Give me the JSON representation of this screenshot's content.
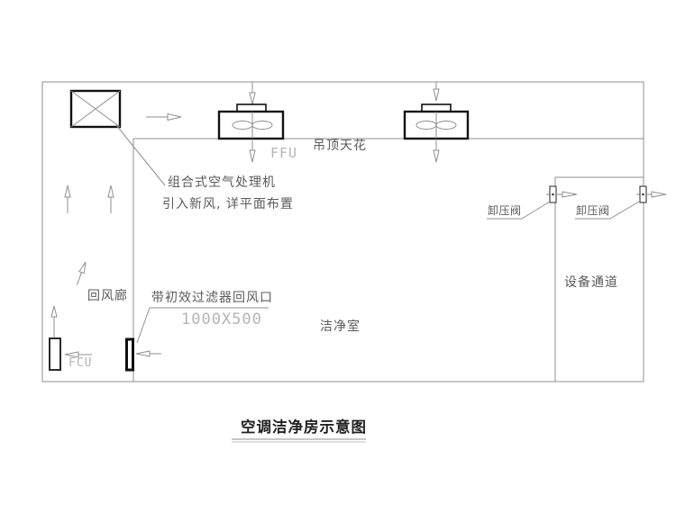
{
  "page": {
    "title": "空调洁净房示意图"
  },
  "diagram": {
    "rooms": {
      "clean_room": "洁净室",
      "equipment_channel": "设备通道",
      "return_corridor": "回风廊"
    },
    "equipment": {
      "ceiling_label": "吊顶天花",
      "ffu_label": "FFU",
      "fcu_label": "FCU",
      "ahu_note_line1": "组合式空气处理机",
      "ahu_note_line2": "引入新风, 详平面布置",
      "return_grille_note": "带初效过滤器回风口",
      "return_grille_size": "1000X500",
      "relief_valve_left": "卸压阀",
      "relief_valve_right": "卸压阀"
    },
    "colors": {
      "thin_line": "#8f8f8f",
      "thick_line": "#111111",
      "label_text": "#5a5a5a",
      "cad_text": "#b4b4b4",
      "title_text": "#212121",
      "background": "#ffffff"
    }
  }
}
